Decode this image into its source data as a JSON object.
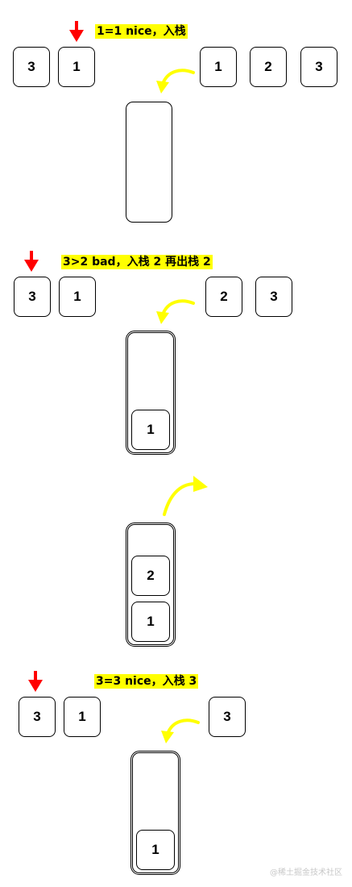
{
  "step1": {
    "caption": "1=1  nice，入栈",
    "left": [
      "3",
      "1"
    ],
    "right": [
      "1",
      "2",
      "3"
    ],
    "stack": []
  },
  "step2": {
    "caption": "3>2  bad，入栈 2 再出栈 2",
    "left": [
      "3",
      "1"
    ],
    "right": [
      "2",
      "3"
    ],
    "stack": [
      "1"
    ]
  },
  "step3": {
    "stack": [
      "2",
      "1"
    ]
  },
  "step4": {
    "caption": "3=3  nice，入栈 3",
    "left": [
      "3",
      "1"
    ],
    "right": [
      "3"
    ],
    "stack": [
      "1"
    ]
  },
  "watermark": "@稀土掘金技术社区",
  "colors": {
    "pointer": "#ff0000",
    "flow_arrow": "#ffff00",
    "caption_bg": "#ffff00"
  }
}
